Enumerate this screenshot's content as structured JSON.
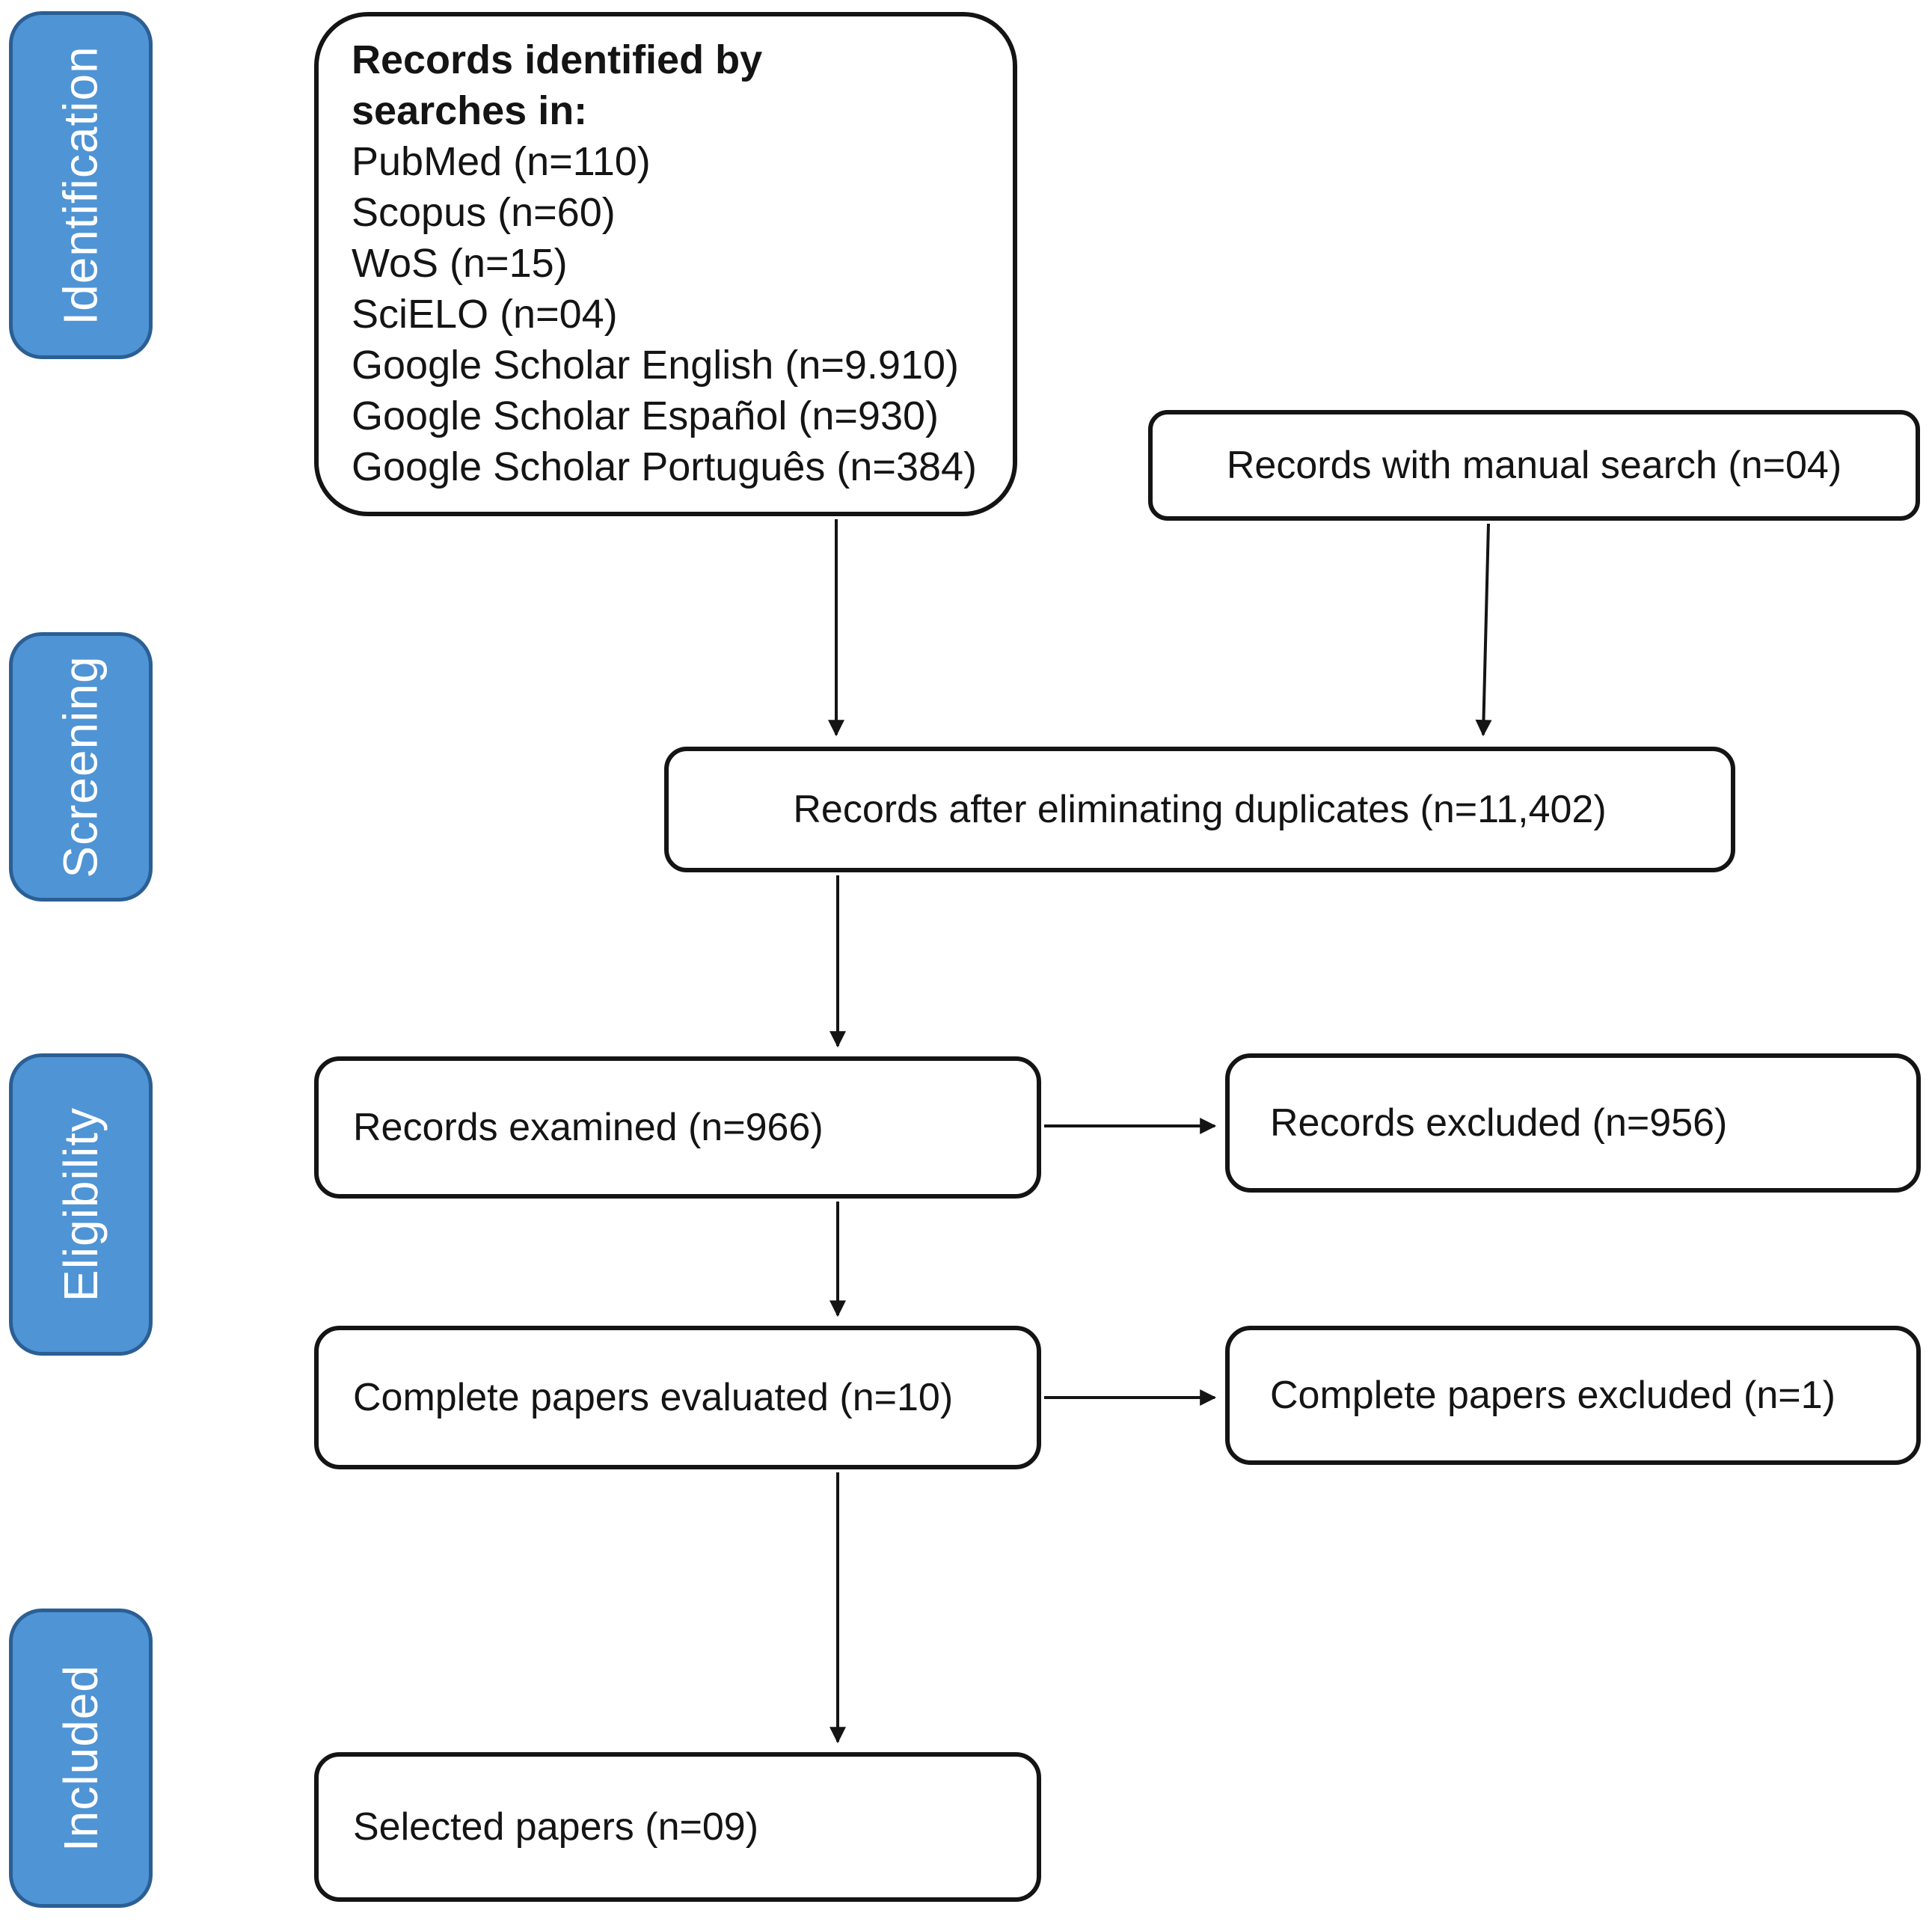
{
  "stages": [
    {
      "label": "Identification"
    },
    {
      "label": "Screening"
    },
    {
      "label": "Eligibility"
    },
    {
      "label": "Included"
    }
  ],
  "boxes": {
    "identified": {
      "title": "Records identified by\nsearches in:",
      "items": [
        "PubMed (n=110)",
        "Scopus (n=60)",
        "WoS (n=15)",
        "SciELO (n=04)",
        "Google Scholar English (n=9.910)",
        "Google Scholar Español (n=930)",
        "Google Scholar Português (n=384)"
      ]
    },
    "manual": {
      "label": "Records with manual search (n=04)"
    },
    "duplicates": {
      "label": "Records after eliminating duplicates (n=11,402)"
    },
    "examined": {
      "label": "Records examined (n=966)"
    },
    "records_excluded": {
      "label": "Records excluded (n=956)"
    },
    "evaluated": {
      "label": "Complete papers evaluated (n=10)"
    },
    "papers_excluded": {
      "label": "Complete papers excluded (n=1)"
    },
    "selected": {
      "label": "Selected papers (n=09)"
    }
  },
  "colors": {
    "stage_fill": "#4f94d5",
    "stage_border": "#2b5f94",
    "stage_text": "#ffffff",
    "box_border": "#141414",
    "box_fill": "#ffffff",
    "text": "#141414",
    "arrow": "#141414",
    "background": "#ffffff"
  }
}
